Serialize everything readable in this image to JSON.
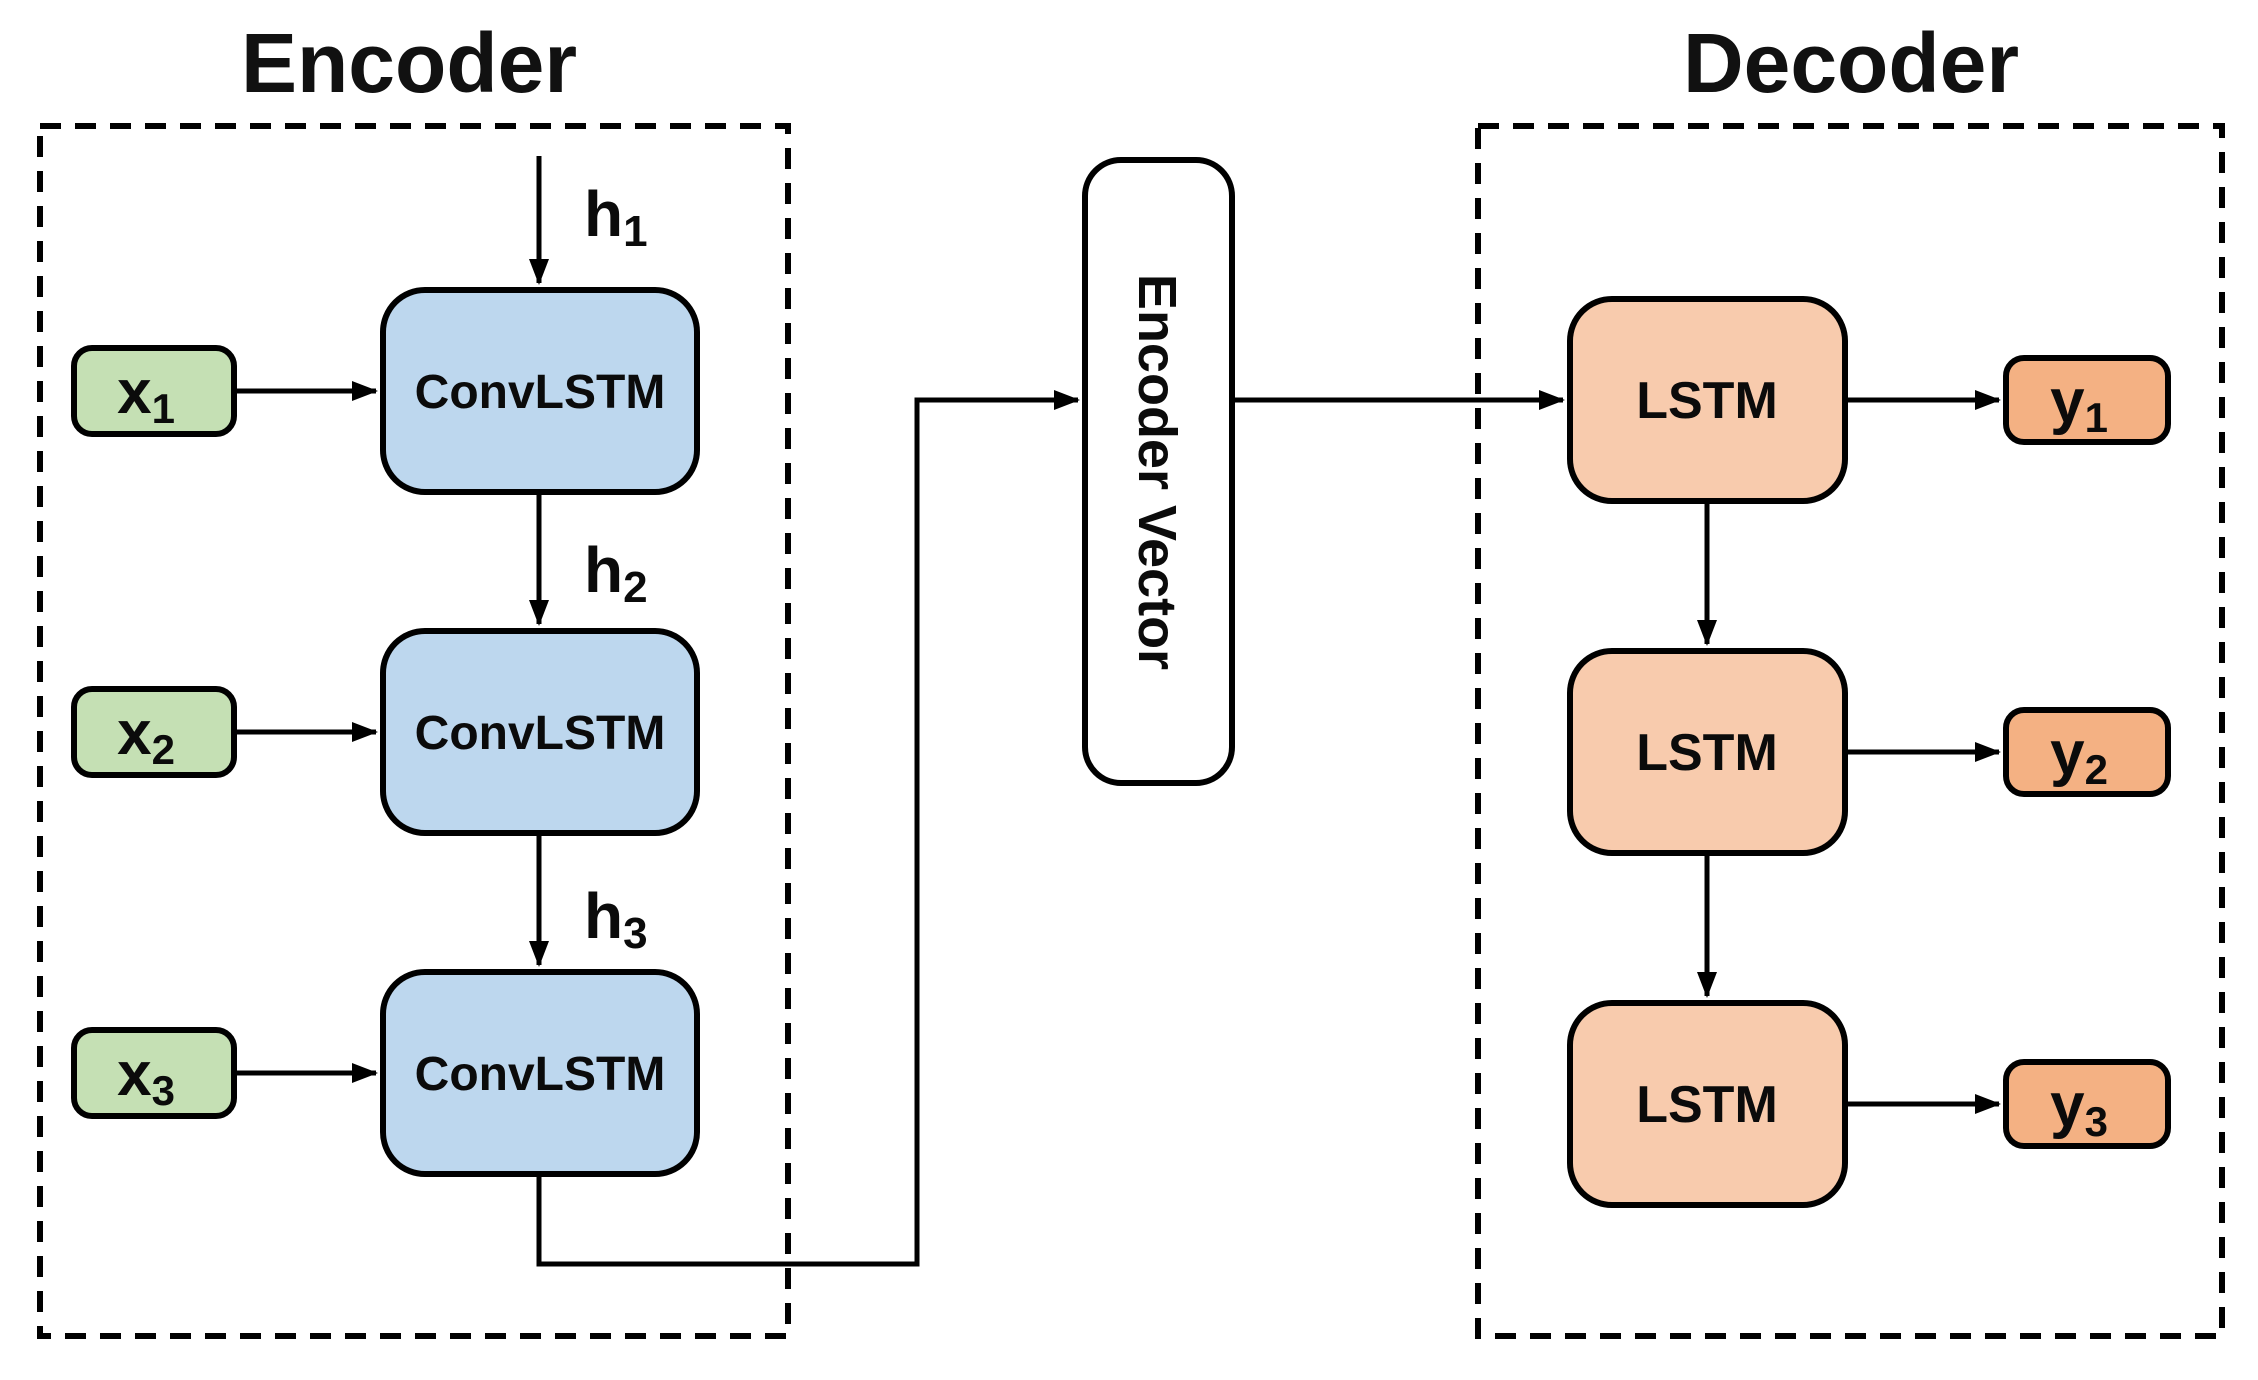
{
  "diagram": {
    "encoder": {
      "title": "Encoder",
      "blocks": [
        {
          "label": "ConvLSTM"
        },
        {
          "label": "ConvLSTM"
        },
        {
          "label": "ConvLSTM"
        }
      ],
      "inputs": [
        {
          "base": "x",
          "sub": "1"
        },
        {
          "base": "x",
          "sub": "2"
        },
        {
          "base": "x",
          "sub": "3"
        }
      ],
      "hidden_states": [
        {
          "base": "h",
          "sub": "1"
        },
        {
          "base": "h",
          "sub": "2"
        },
        {
          "base": "h",
          "sub": "3"
        }
      ]
    },
    "encoder_vector": {
      "label": "Encoder Vector"
    },
    "decoder": {
      "title": "Decoder",
      "blocks": [
        {
          "label": "LSTM"
        },
        {
          "label": "LSTM"
        },
        {
          "label": "LSTM"
        }
      ],
      "outputs": [
        {
          "base": "y",
          "sub": "1"
        },
        {
          "base": "y",
          "sub": "2"
        },
        {
          "base": "y",
          "sub": "3"
        }
      ]
    },
    "colors": {
      "convlstm_fill": "#BDD7EE",
      "input_fill": "#C5E0B4",
      "lstm_fill": "#F8CBAD",
      "output_fill": "#F4B183",
      "encoder_vector_fill": "#FFFFFF",
      "stroke": "#000000",
      "background": "#FFFFFF"
    }
  }
}
